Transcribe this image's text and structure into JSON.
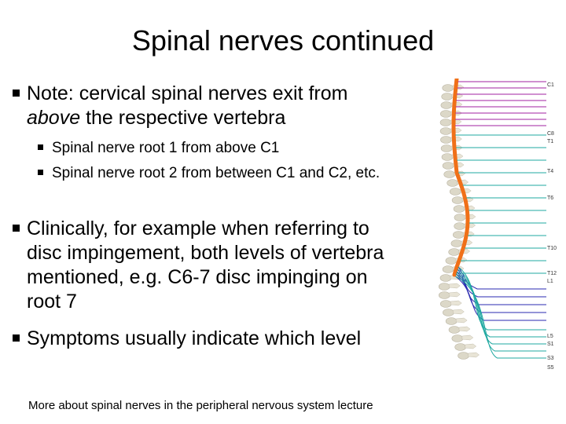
{
  "slide": {
    "title": "Spinal nerves continued",
    "bullets": [
      {
        "parts": [
          {
            "text": "Note: cervical spinal nerves exit from "
          },
          {
            "text": "above",
            "italic": true
          },
          {
            "text": " the respective vertebra"
          }
        ],
        "sub": [
          "Spinal nerve root 1 from above C1",
          "Spinal nerve root 2 from between C1 and C2, etc."
        ]
      },
      {
        "text": "Clinically, for example when referring to disc impingement, both levels of vertebra mentioned, e.g. C6-7 disc impinging on root 7"
      },
      {
        "text": "Symptoms usually indicate which level"
      }
    ],
    "footer": "More about spinal nerves in the peripheral nervous system lecture"
  },
  "figure": {
    "description_icon": "spine-nerve-diagram",
    "level_labels": [
      "C1",
      "C8",
      "T1",
      "T4",
      "T6",
      "T10",
      "T12",
      "L1",
      "L5",
      "S1",
      "S3",
      "S5"
    ],
    "colors": {
      "cervical": "#a020a0",
      "thoracic": "#1fa8a0",
      "lumbar": "#2a2ab0",
      "sacral": "#1fa8a0",
      "cord": "#f07018",
      "bone": "#dcd8c8"
    }
  }
}
